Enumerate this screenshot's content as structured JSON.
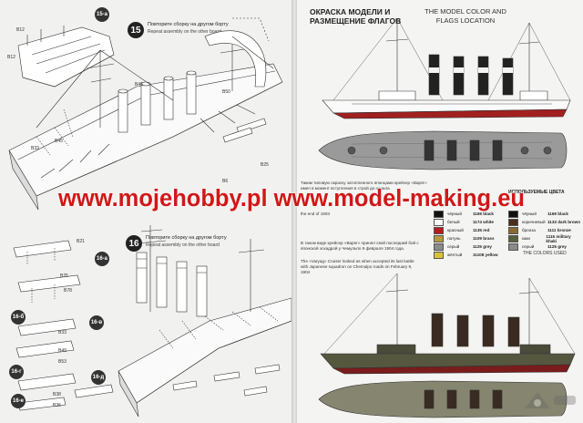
{
  "left_page": {
    "step15": {
      "number": "15",
      "badge": "15-а",
      "ru": "Повторите сборку на другом борту",
      "en": "Repeat assembly on the other board"
    },
    "step16": {
      "number": "16",
      "ru": "Повторите сборку на другом борту",
      "en": "Repeat assembly on the other board"
    },
    "badges": [
      "16-а",
      "16-б",
      "16-в",
      "16-г",
      "16-д",
      "16-е"
    ],
    "part_labels": [
      "B12",
      "B12",
      "B46",
      "B50",
      "B33",
      "B45",
      "B25",
      "B6",
      "B21",
      "B25",
      "B78",
      "B33",
      "B49",
      "B53",
      "B38",
      "B36"
    ]
  },
  "watermark": {
    "text": "www.mojehobby.pl www.model-making.eu"
  },
  "right_page": {
    "title_ru": "ОКРАСКА МОДЕЛИ И РАЗМЕЩЕНИЕ ФЛАГОВ",
    "title_en": "THE MODEL COLOR AND FLAGS LOCATION",
    "caption1_ru": "Таким типовую окраску затопленного японцами крейсер «Варяг» имел в момент вступления в строй до начала",
    "caption1_en": "the end of 1903",
    "caption2_ru": "В таком виде крейсер «Варяг» принял свой последний бой с японской эскадрой у Чемульпо 9 февраля 1904 года.",
    "caption2_en": "The «Varyag» Cruiser looked as when accepted its last battle with Japanese squadron on Chemulpo roads on February 9, 1904",
    "colors_header": "ИСПОЛЬЗУЕМЫЕ ЦВЕТА",
    "colors_used": "THE COLORS USED",
    "colors_left": [
      {
        "name": "чёрный",
        "code": "1169",
        "en": "black",
        "hex": "#111111"
      },
      {
        "name": "белый",
        "code": "1174",
        "en": "white",
        "hex": "#fafafa"
      },
      {
        "name": "красный",
        "code": "1135",
        "en": "red",
        "hex": "#b51b1b"
      },
      {
        "name": "латунь",
        "code": "1109",
        "en": "brass",
        "hex": "#b59a3c"
      },
      {
        "name": "серый",
        "code": "1125",
        "en": "grey",
        "hex": "#8b8b8b"
      },
      {
        "name": "жёлтый",
        "code": "11108",
        "en": "yellow",
        "hex": "#d9c23a"
      }
    ],
    "colors_right": [
      {
        "name": "чёрный",
        "code": "1169",
        "en": "black",
        "hex": "#111111"
      },
      {
        "name": "коричневый",
        "code": "1133",
        "en": "dark brown",
        "hex": "#4c2d1b"
      },
      {
        "name": "бронза",
        "code": "1111",
        "en": "bronze",
        "hex": "#8b6a2e"
      },
      {
        "name": "хаки",
        "code": "1115",
        "en": "military khaki",
        "hex": "#57603a"
      },
      {
        "name": "серый",
        "code": "1125",
        "en": "grey",
        "hex": "#8b8b8b"
      }
    ]
  }
}
